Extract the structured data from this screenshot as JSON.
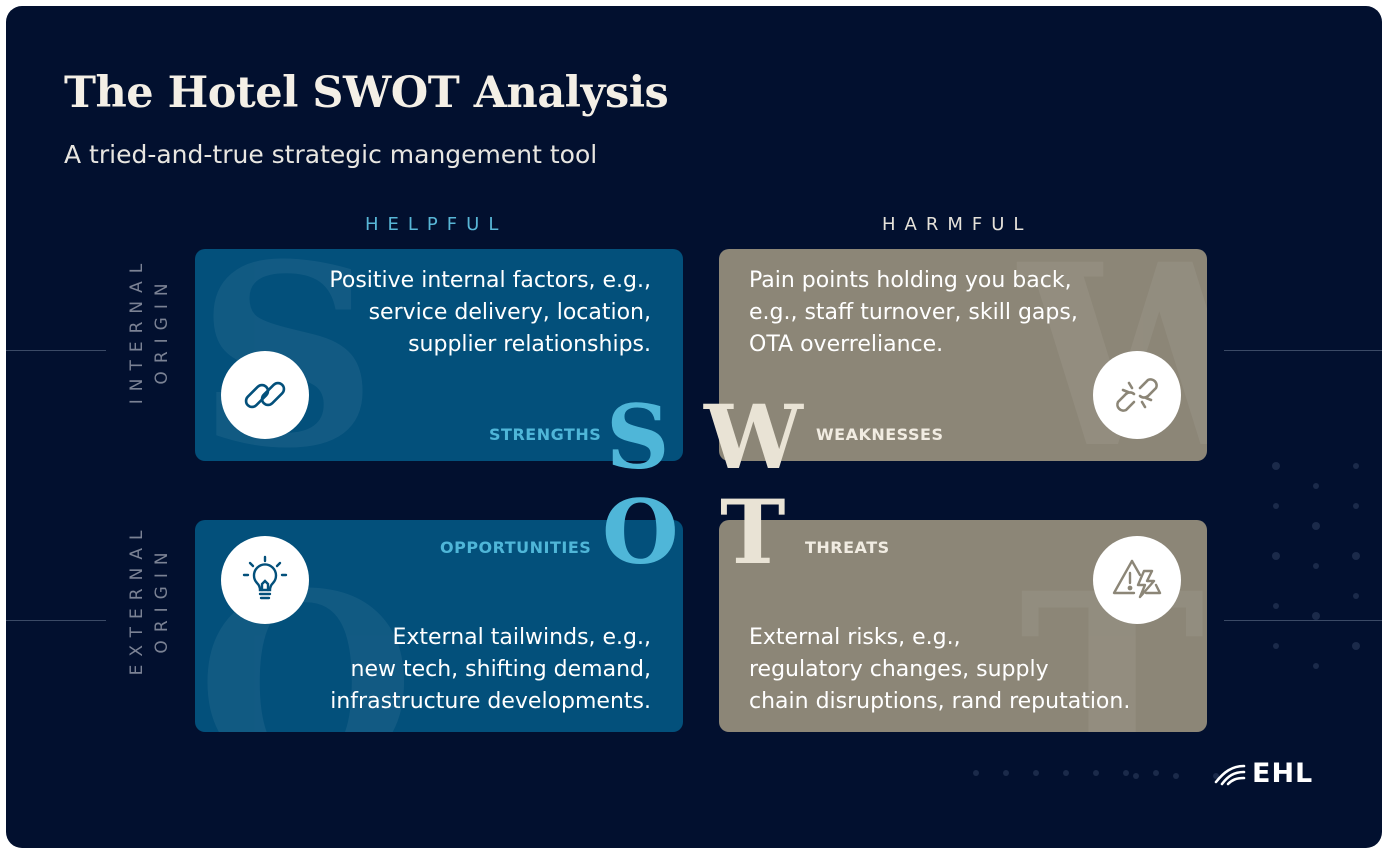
{
  "title": "The Hotel SWOT Analysis",
  "subtitle": "A tried-and-true strategic mangement tool",
  "columns": {
    "helpful": "HELPFUL",
    "harmful": "HARMFUL"
  },
  "rows": {
    "internal": "INTERNAL ORIGIN",
    "external": "EXTERNAL ORIGIN"
  },
  "quadrants": {
    "strengths": {
      "letter": "S",
      "label": "STRENGTHS",
      "lines": [
        "Positive internal factors, e.g.,",
        "service delivery, location,",
        "supplier relationships."
      ],
      "icon": "chain-link-icon"
    },
    "weaknesses": {
      "letter": "W",
      "label": "WEAKNESSES",
      "lines": [
        "Pain points holding you back,",
        "e.g., staff turnover, skill gaps,",
        "OTA overreliance."
      ],
      "icon": "broken-chain-icon"
    },
    "opportunities": {
      "letter": "O",
      "label": "OPPORTUNITIES",
      "lines": [
        "External tailwinds, e.g.,",
        "new tech, shifting demand,",
        "infrastructure developments."
      ],
      "icon": "lightbulb-icon"
    },
    "threats": {
      "letter": "T",
      "label": "THREATS",
      "lines": [
        "External risks, e.g.,",
        "regulatory changes, supply",
        "chain disruptions, rand reputation."
      ],
      "icon": "warning-icon"
    }
  },
  "logo": {
    "text": "EHL"
  },
  "colors": {
    "background": "#02102f",
    "helpful_box": "#03507b",
    "harmful_box": "#8c8677",
    "accent_blue": "#4fb6d8",
    "accent_cream": "#e9e3d5"
  }
}
